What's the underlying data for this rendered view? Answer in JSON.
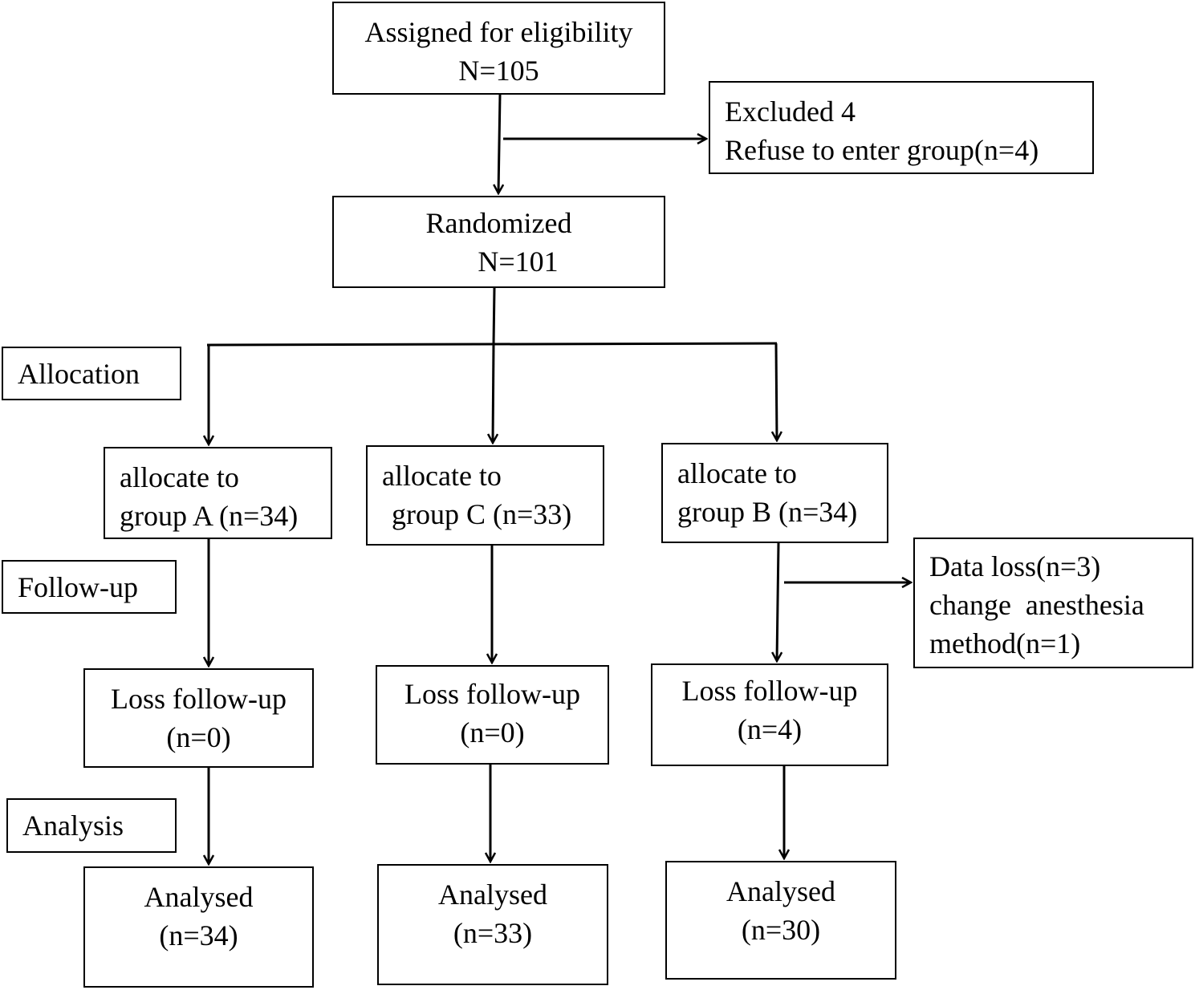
{
  "stages": {
    "allocation": "Allocation",
    "follow_up": "Follow-up",
    "analysis": "Analysis"
  },
  "enrollment": {
    "line1": "Assigned for eligibility",
    "line2": "N=105"
  },
  "excluded": {
    "line1": "Excluded 4",
    "line2": "Refuse to enter group(n=4)"
  },
  "randomized": {
    "line1": "Randomized",
    "line2": "N=101"
  },
  "group_a": {
    "allocate_line1": "allocate to",
    "allocate_line2": "group A (n=34)",
    "loss_line1": "Loss follow-up",
    "loss_line2": "(n=0)",
    "analysed_line1": "Analysed",
    "analysed_line2": "(n=34)"
  },
  "group_c": {
    "allocate_line1": "allocate to",
    "allocate_line2": "group C (n=33)",
    "loss_line1": "Loss follow-up",
    "loss_line2": "(n=0)",
    "analysed_line1": "Analysed",
    "analysed_line2": "(n=33)"
  },
  "group_b": {
    "allocate_line1": "allocate to",
    "allocate_line2": "group B (n=34)",
    "exclusion_line1": "Data loss(n=3)",
    "exclusion_line2": "change  anesthesia",
    "exclusion_line3": "method(n=1)",
    "loss_line1": "Loss follow-up",
    "loss_line2": "(n=4)",
    "analysed_line1": "Analysed",
    "analysed_line2": "(n=30)"
  },
  "style": {
    "stroke_color": "#000000",
    "background_color": "#ffffff"
  }
}
